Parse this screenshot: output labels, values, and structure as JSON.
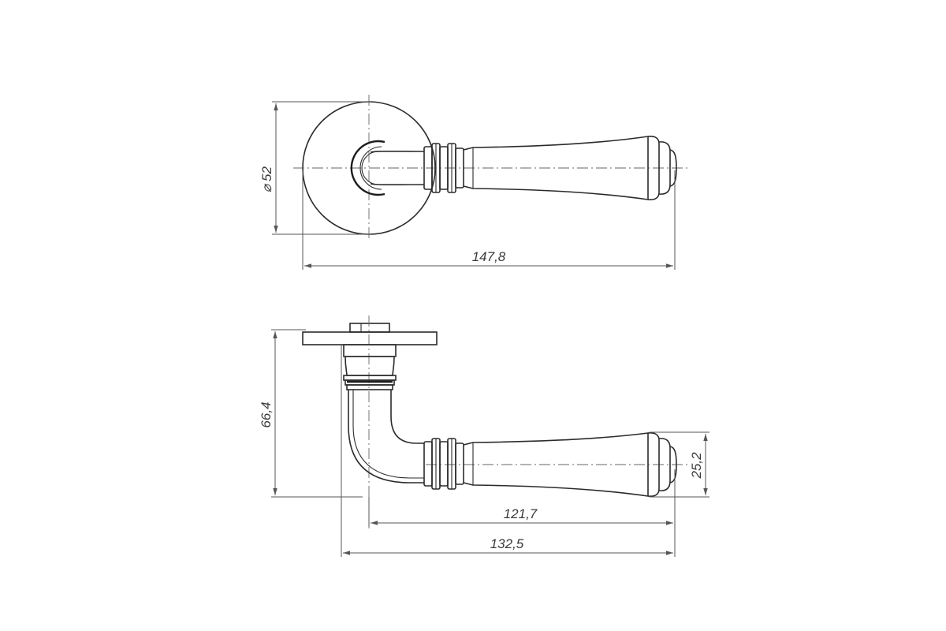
{
  "dimensions": {
    "top_diameter": "52",
    "top_length": "147,8",
    "side_height": "66,4",
    "side_lever_height": "25,2",
    "side_lever_length": "121,7",
    "side_total_length": "132,5"
  },
  "diameter_symbol": "⌀",
  "colors": {
    "line": "#2b2b2b",
    "dimension": "#555555",
    "background": "#ffffff"
  }
}
